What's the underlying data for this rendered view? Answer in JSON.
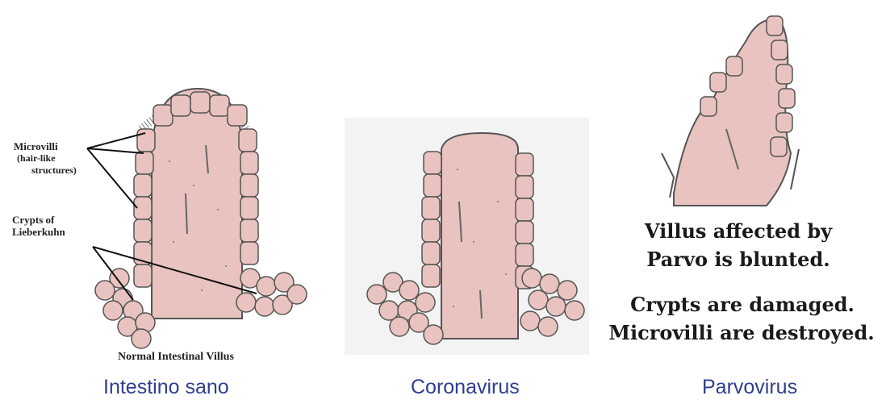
{
  "panels": [
    {
      "caption": "Intestino sano",
      "labels": {
        "microvilli": "Microvilli",
        "microvilli_note_1": "(hair-like",
        "microvilli_note_2": "structures)",
        "crypts_1": "Crypts of",
        "crypts_2": "Lieberkuhn"
      },
      "sub_caption": "Normal Intestinal Villus"
    },
    {
      "caption": "Coronavirus"
    },
    {
      "caption": "Parvovirus",
      "notes": [
        "Villus affected by",
        "Parvo is blunted.",
        "Crypts are damaged.",
        "Microvilli are destroyed."
      ]
    }
  ],
  "colors": {
    "villus_fill": "#e8c3bf",
    "cell_stroke": "#555555",
    "caption": "#2f3f8f",
    "speckle": "#3a9a3a"
  }
}
